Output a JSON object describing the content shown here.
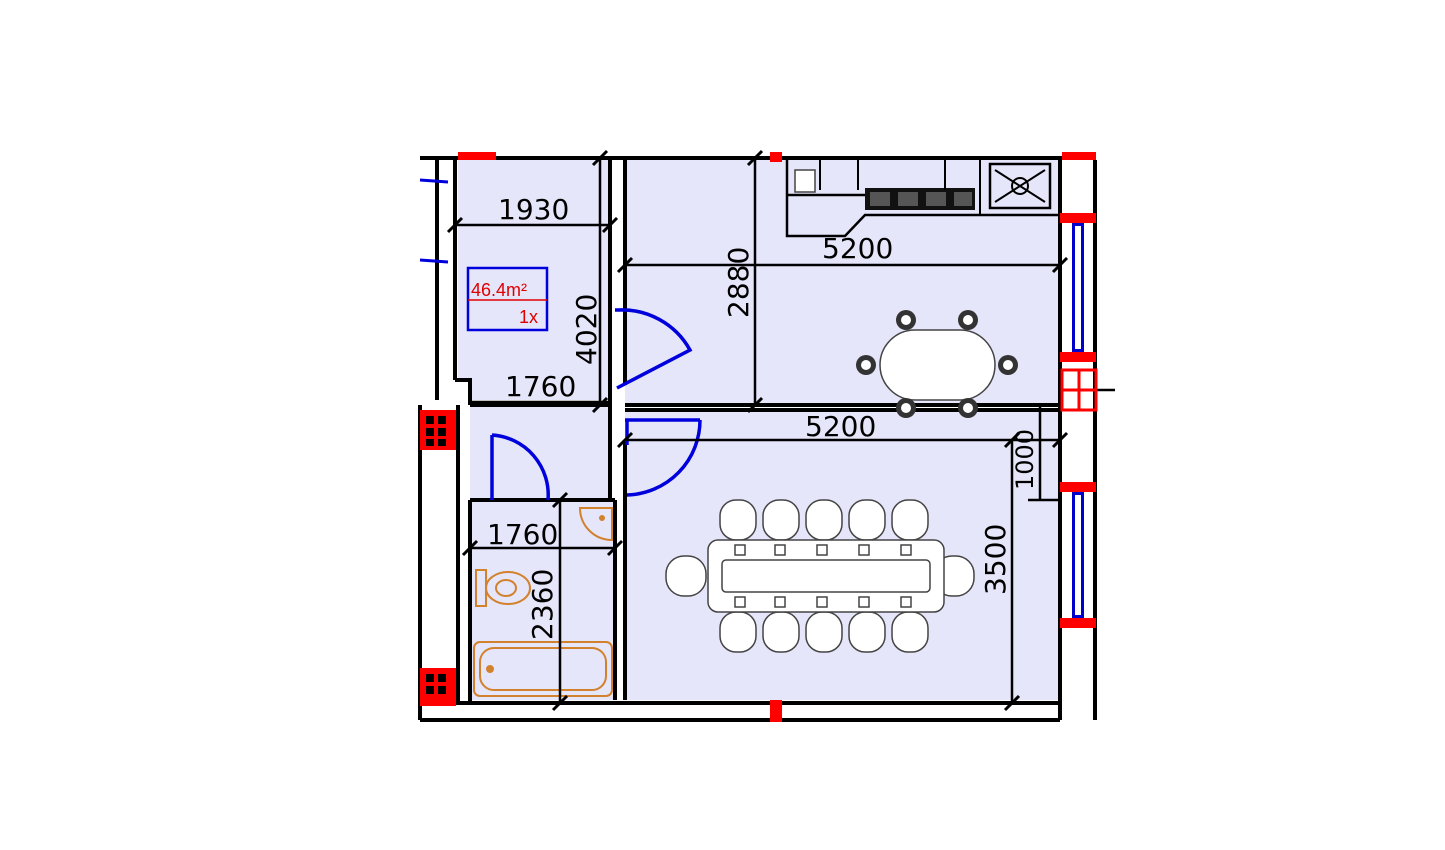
{
  "plan": {
    "area_label": "46.4m²",
    "rooms_label": "1x"
  },
  "dimensions": {
    "hall_width_top": "1930",
    "hall_width_mid": "1760",
    "hall_height": "4020",
    "kitchen_depth": "2880",
    "kitchen_width": "5200",
    "living_width": "5200",
    "bathroom_width": "1760",
    "bathroom_depth": "2360",
    "living_depth": "3500",
    "balcony_offset": "1000"
  },
  "colors": {
    "floor_fill": "#e6e6fa",
    "walls": "#000000",
    "doors": "#0000dd",
    "windows": "#0000cc",
    "columns": "#ff0000",
    "sanitary": "#d2822d",
    "area_label": "#e00000"
  }
}
